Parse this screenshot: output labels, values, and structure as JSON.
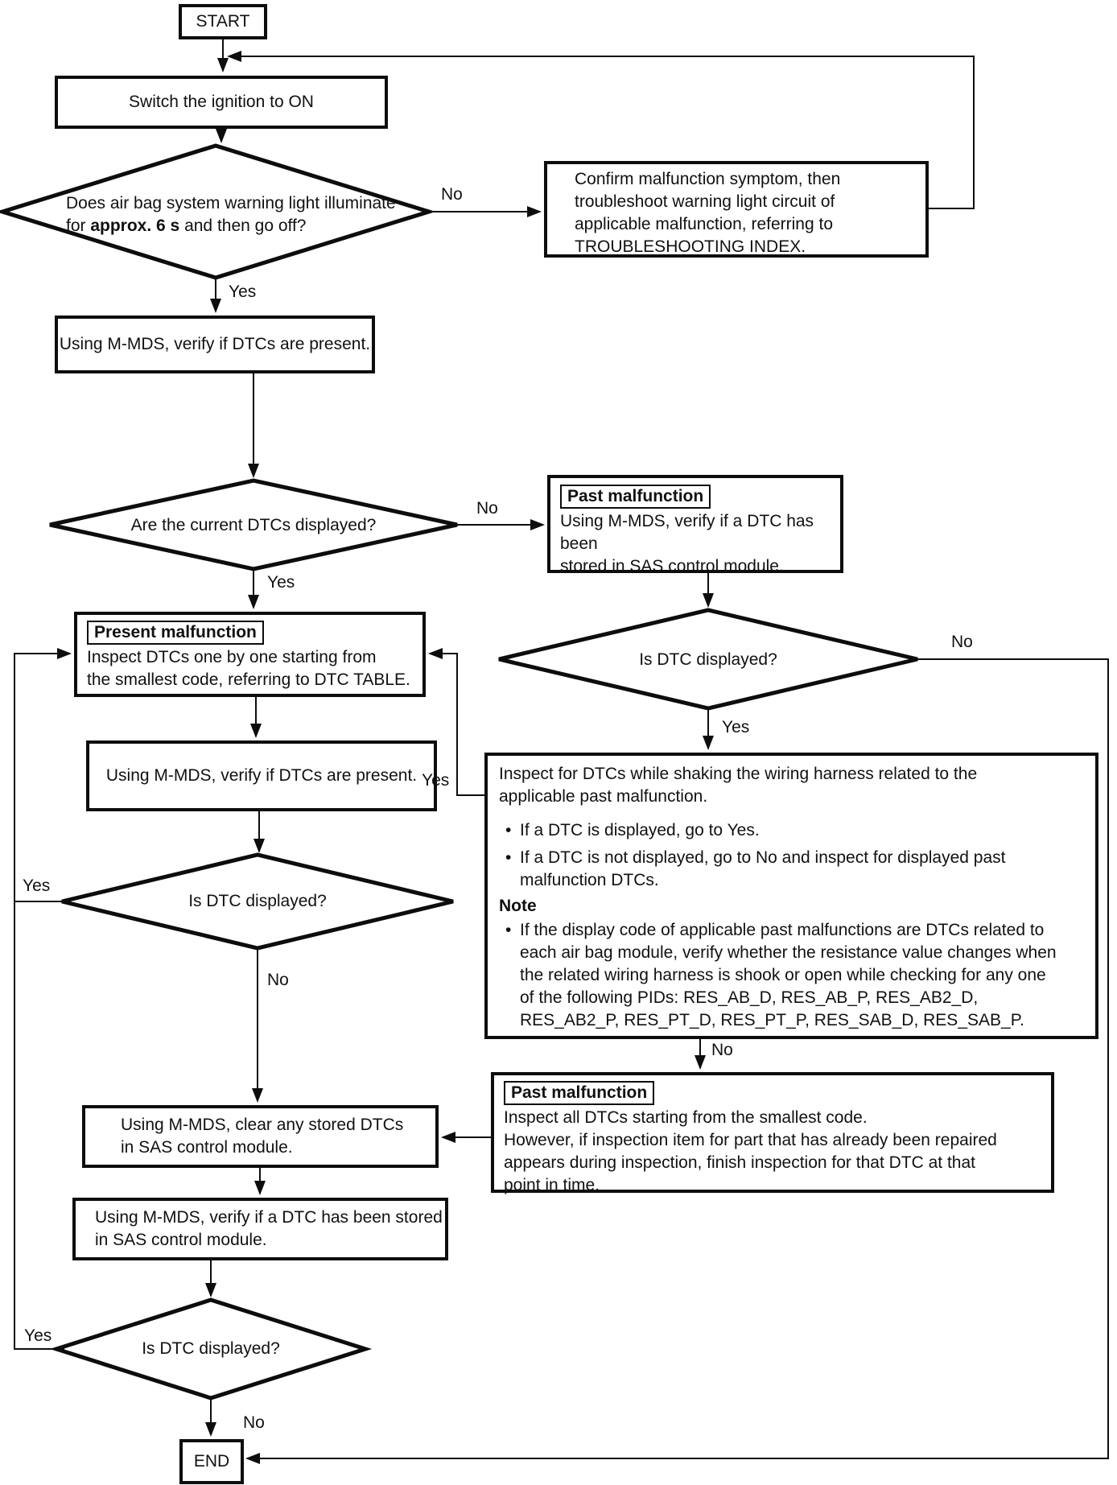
{
  "nodes": {
    "start": {
      "label": "START"
    },
    "switch_ignition": {
      "text": "Switch the ignition to ON"
    },
    "warning_light_decision": {
      "line1": "Does air bag system warning light illuminate",
      "line2_pre": "for ",
      "line2_bold": "approx. 6 s",
      "line2_post": " and then go off?"
    },
    "confirm_malfunction": {
      "text": "Confirm malfunction symptom, then\ntroubleshoot warning light circuit of\napplicable malfunction, referring to\nTROUBLESHOOTING INDEX."
    },
    "verify_dtcs_1": {
      "text": "Using M-MDS, verify if DTCs are present."
    },
    "current_dtcs_decision": {
      "text": "Are the current DTCs displayed?"
    },
    "past_malfunction_1": {
      "tag": "Past malfunction",
      "text": "Using M-MDS, verify if a DTC has been\nstored in SAS control module."
    },
    "dtc_displayed_decision_1": {
      "text": "Is DTC displayed?"
    },
    "present_malfunction": {
      "tag": "Present malfunction",
      "text": "Inspect DTCs one by one starting from\nthe smallest code, referring to DTC TABLE."
    },
    "verify_dtcs_2": {
      "text": "Using M-MDS, verify if DTCs are present."
    },
    "inspect_shaking": {
      "para": "Inspect for DTCs while shaking the wiring harness related to the\napplicable past malfunction.",
      "bullet1": "If a DTC is displayed, go to Yes.",
      "bullet2": "If a DTC is not displayed, go to No and inspect for displayed past\nmalfunction DTCs.",
      "note_label": "Note",
      "note_bullet": "If the display code of applicable past malfunctions are DTCs related to\neach air bag module, verify whether the resistance value changes when\nthe related wiring harness is shook or open while checking for any one\nof the following PIDs: RES_AB_D, RES_AB_P, RES_AB2_D,\nRES_AB2_P, RES_PT_D, RES_PT_P, RES_SAB_D, RES_SAB_P."
    },
    "dtc_displayed_decision_2": {
      "text": "Is DTC displayed?"
    },
    "past_malfunction_2": {
      "tag": "Past malfunction",
      "text": "Inspect all DTCs starting from the smallest code.\nHowever, if inspection item for part that has already been repaired\nappears during inspection, finish inspection for that DTC at that\npoint in time."
    },
    "clear_dtcs": {
      "text": "Using M-MDS, clear any stored DTCs\nin SAS control module."
    },
    "verify_stored": {
      "text": "Using M-MDS, verify if a DTC has been stored\nin SAS control module."
    },
    "dtc_displayed_decision_3": {
      "text": "Is DTC displayed?"
    },
    "end": {
      "label": "END"
    }
  },
  "edge_labels": {
    "warning_no": "No",
    "warning_yes": "Yes",
    "current_no": "No",
    "current_yes": "Yes",
    "dtc1_no": "No",
    "dtc1_yes": "Yes",
    "inspect_yes": "Yes",
    "inspect_no": "No",
    "dtc2_yes": "Yes",
    "dtc2_no": "No",
    "dtc3_yes": "Yes",
    "dtc3_no": "No"
  },
  "colors": {
    "line": "#0d0d0d",
    "background": "#ffffff"
  }
}
